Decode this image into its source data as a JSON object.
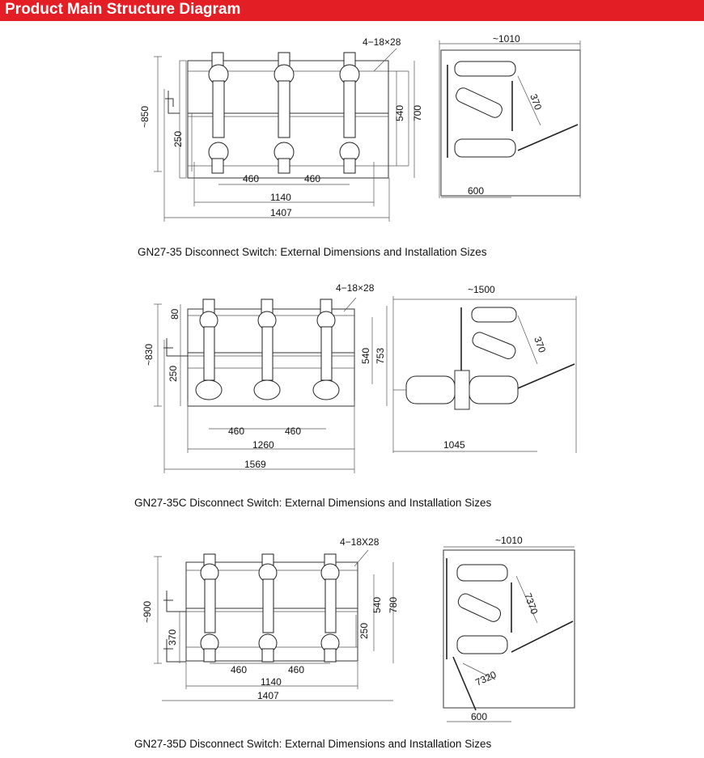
{
  "header": {
    "title": "Product Main Structure Diagram",
    "color": "#e31e24"
  },
  "diagrams": [
    {
      "caption": "GN27-35 Disconnect Switch: External Dimensions and Installation Sizes",
      "front_labels": {
        "holes": "4−18×28",
        "overall_height": "~850",
        "lower_height": "250",
        "inner_height": "540",
        "outer_height": "700",
        "pitch_1": "460",
        "pitch_2": "460",
        "mount_width": "1140",
        "overall_width": "1407"
      },
      "side_labels": {
        "overall": "~1010",
        "blade": "370",
        "base": "600"
      }
    },
    {
      "caption": "GN27-35C Disconnect Switch: External Dimensions and Installation Sizes",
      "front_labels": {
        "holes": "4−18×28",
        "top_offset": "80",
        "overall_height": "~830",
        "lower_height": "250",
        "inner_height": "540",
        "outer_height": "753",
        "pitch_1": "460",
        "pitch_2": "460",
        "mount_width": "1260",
        "overall_width": "1569"
      },
      "side_labels": {
        "overall": "~1500",
        "blade": "370",
        "base": "1045"
      }
    },
    {
      "caption": "GN27-35D Disconnect Switch: External Dimensions and Installation Sizes",
      "front_labels": {
        "holes": "4−18X28",
        "overall_height": "~900",
        "lower_height": "370",
        "inner_height": "540",
        "outer_height": "780",
        "right_lower": "250",
        "pitch_1": "460",
        "pitch_2": "460",
        "mount_width": "1140",
        "overall_width": "1407"
      },
      "side_labels": {
        "overall": "~1010",
        "blade": "7370",
        "earth_blade": "7320",
        "base": "600"
      }
    }
  ]
}
